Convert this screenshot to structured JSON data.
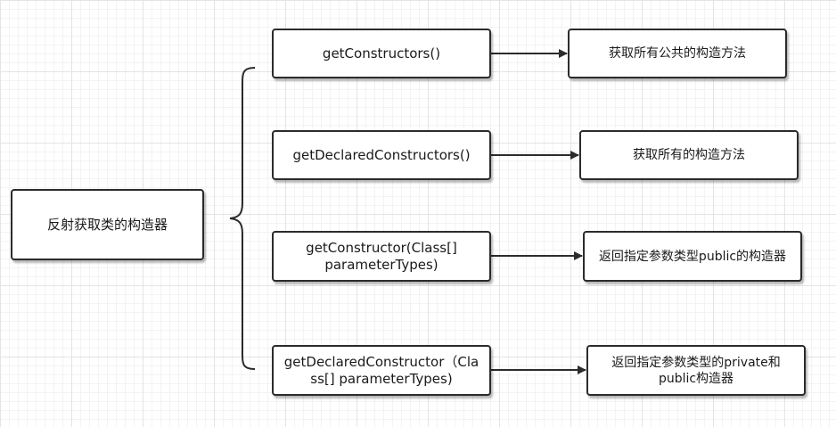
{
  "root": {
    "label": "反射获取类的构造器"
  },
  "methods": [
    {
      "label": "getConstructors()"
    },
    {
      "label": "getDeclaredConstructors()"
    },
    {
      "label": "getConstructor(Class[] parameterTypes)"
    },
    {
      "label": "getDeclaredConstructor（Class[] parameterTypes)"
    }
  ],
  "descriptions": [
    {
      "label": "获取所有公共的构造方法"
    },
    {
      "label": "获取所有的构造方法"
    },
    {
      "label": "返回指定参数类型public的构造器"
    },
    {
      "label": "返回指定参数类型的private和public构造器"
    }
  ],
  "colors": {
    "border": "#2b2b2b",
    "arrow": "#2b2b2b",
    "background": "#ffffff",
    "grid": "#e4e4e4"
  }
}
